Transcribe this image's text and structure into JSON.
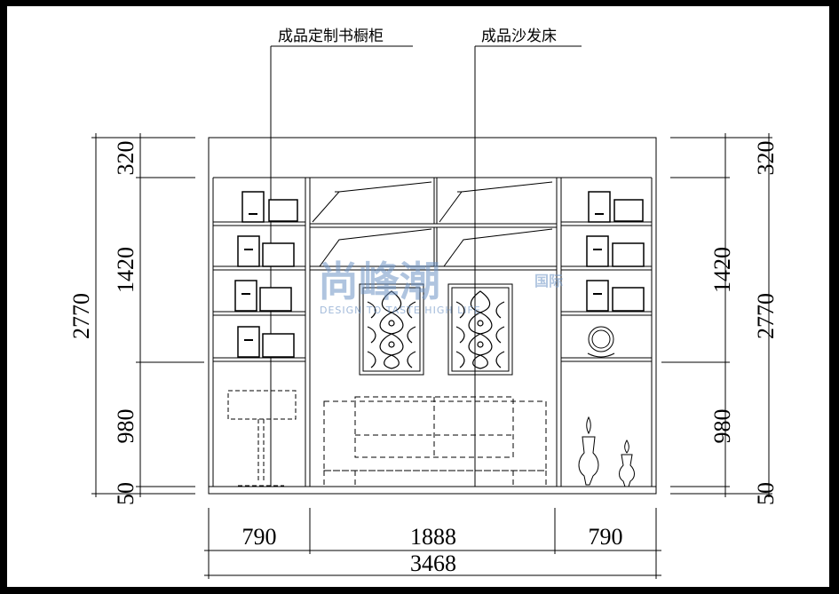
{
  "labels": {
    "bookcase": "成品定制书橱柜",
    "sofa_bed": "成品沙发床"
  },
  "dimensions": {
    "left": {
      "top": "320",
      "middle": "1420",
      "total": "2770",
      "lower": "980",
      "bottom": "50"
    },
    "right": {
      "top": "320",
      "middle": "1420",
      "total": "2770",
      "lower": "980",
      "bottom": "50"
    },
    "widths": {
      "left": "790",
      "center": "1888",
      "right": "790",
      "total": "3468"
    }
  },
  "watermark": {
    "main": "尚峰潮",
    "side": "国际",
    "sub": "DESIGN TO TASTE HIGH LIFE"
  },
  "colors": {
    "line": "#000000",
    "watermark": "#6f95c6",
    "frame": "#000000",
    "paper": "#ffffff"
  }
}
